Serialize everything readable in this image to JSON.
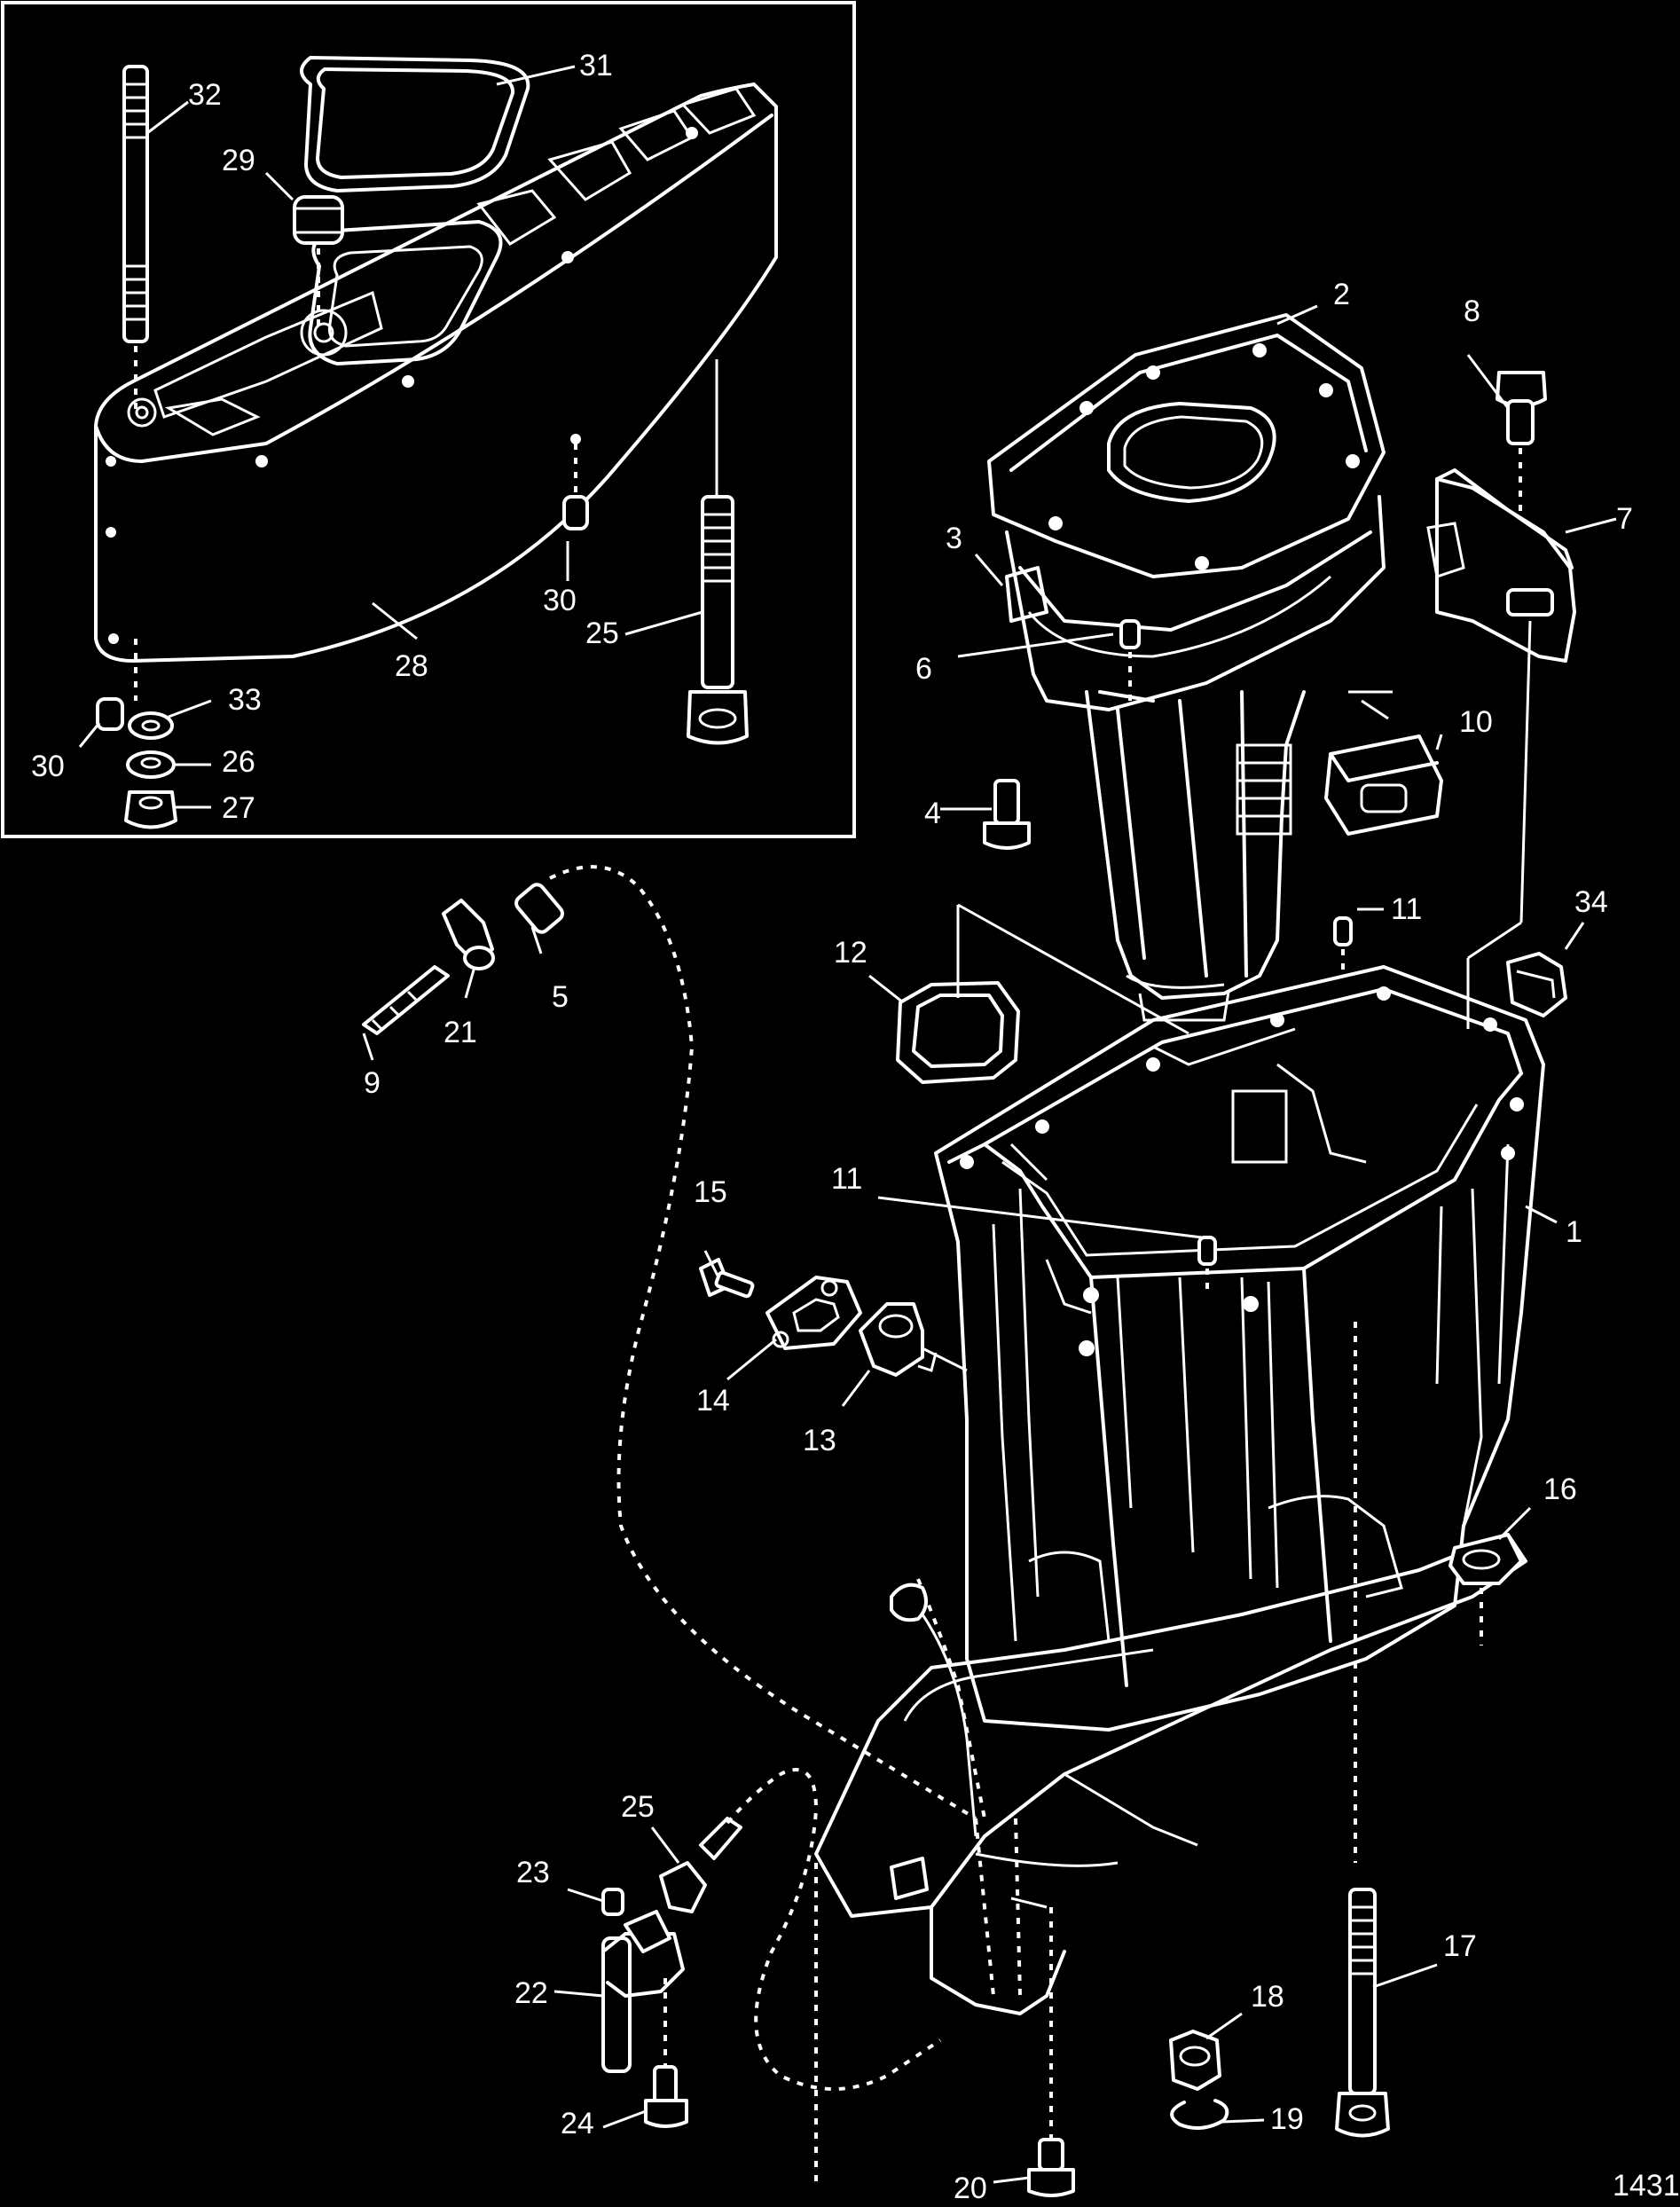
{
  "callouts": [
    {
      "id": "c1",
      "text": "1"
    },
    {
      "id": "c2",
      "text": "2"
    },
    {
      "id": "c3",
      "text": "3"
    },
    {
      "id": "c4",
      "text": "4"
    },
    {
      "id": "c5",
      "text": "5"
    },
    {
      "id": "c6",
      "text": "6"
    },
    {
      "id": "c7",
      "text": "7"
    },
    {
      "id": "c8",
      "text": "8"
    },
    {
      "id": "c9",
      "text": "9"
    },
    {
      "id": "c10",
      "text": "10"
    },
    {
      "id": "c11a",
      "text": "11"
    },
    {
      "id": "c11b",
      "text": "11"
    },
    {
      "id": "c12",
      "text": "12"
    },
    {
      "id": "c13",
      "text": "13"
    },
    {
      "id": "c14",
      "text": "14"
    },
    {
      "id": "c15",
      "text": "15"
    },
    {
      "id": "c16",
      "text": "16"
    },
    {
      "id": "c17",
      "text": "17"
    },
    {
      "id": "c18",
      "text": "18"
    },
    {
      "id": "c19",
      "text": "19"
    },
    {
      "id": "c20",
      "text": "20"
    },
    {
      "id": "c21",
      "text": "21"
    },
    {
      "id": "c22",
      "text": "22"
    },
    {
      "id": "c23",
      "text": "23"
    },
    {
      "id": "c24",
      "text": "24"
    },
    {
      "id": "c25a",
      "text": "25"
    },
    {
      "id": "c25b",
      "text": "25"
    },
    {
      "id": "c26",
      "text": "26"
    },
    {
      "id": "c27",
      "text": "27"
    },
    {
      "id": "c28",
      "text": "28"
    },
    {
      "id": "c29",
      "text": "29"
    },
    {
      "id": "c30a",
      "text": "30"
    },
    {
      "id": "c30b",
      "text": "30"
    },
    {
      "id": "c31",
      "text": "31"
    },
    {
      "id": "c32",
      "text": "32"
    },
    {
      "id": "c33",
      "text": "33"
    },
    {
      "id": "c34",
      "text": "34"
    }
  ],
  "figure_number": "1431"
}
